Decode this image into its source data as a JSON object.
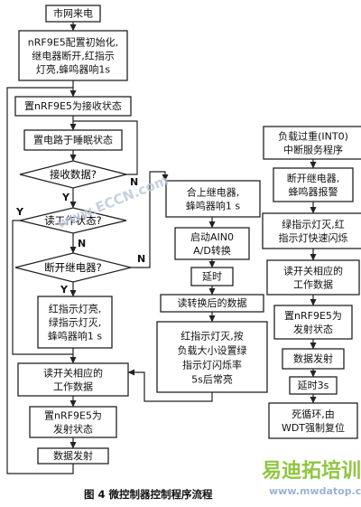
{
  "nodes": {
    "start": [
      "市网来电"
    ],
    "init": [
      "nRF9E5配置初始化,",
      "继电器断开,红指示",
      "灯亮,蜂鸣器响1s"
    ],
    "recv_state": [
      "置nRF9E5为接收状态"
    ],
    "sleep": [
      "置电路于睡眠状态"
    ],
    "d_recv": [
      "接收数据?"
    ],
    "d_read": [
      "读工作状态?"
    ],
    "d_off": [
      "断开继电器?"
    ],
    "led_a": [
      "红指示灯亮,",
      "绿指示灯灭,",
      "蜂鸣器响1 s"
    ],
    "read_data": [
      "读开关相应的",
      "工作数据"
    ],
    "send_state": [
      "置nRF9E5为",
      "发射状态"
    ],
    "send": [
      "数据发射"
    ],
    "relay_on": [
      "合上继电器,",
      "蜂鸣器响1 s"
    ],
    "adc": [
      "启动AIN0",
      "A/D转换"
    ],
    "delay": [
      "延时"
    ],
    "read_conv": [
      "读转换后的数据"
    ],
    "led_b": [
      "红指示灯灭,按",
      "负载大小设置绿",
      "指示灯闪烁率",
      "5s后常亮"
    ],
    "isr": [
      "负载过重(INT0)",
      "中断服务程序"
    ],
    "alarm": [
      "断开继电器,",
      "蜂鸣器报警"
    ],
    "flash": [
      "绿指示灯灭,红",
      "指示灯快速闪烁"
    ],
    "read_data2": [
      "读开关相应的",
      "工作数据"
    ],
    "send_state2": [
      "置nRF9E5为",
      "发射状态"
    ],
    "send2": [
      "数据发射"
    ],
    "delay3": [
      "延时3s"
    ],
    "loop": [
      "死循环,由",
      "WDT强制复位"
    ]
  },
  "labels": {
    "yes": "Y",
    "no": "N"
  },
  "caption": "图 4   微控制器控制程序流程",
  "watermark": {
    "site": "www.ECCN.com",
    "brand": "易迪拓培训",
    "url": "www.mwdatop.com"
  }
}
